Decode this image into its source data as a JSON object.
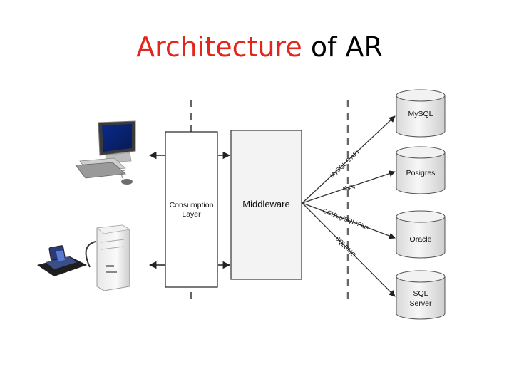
{
  "title": {
    "accent": "Architecture",
    "rest": "of AR",
    "accent_color": "#e3261b"
  },
  "diagram": {
    "consumption_layer": [
      "Consumption",
      "Layer"
    ],
    "middleware": "Middleware",
    "databases": [
      {
        "lines": [
          "MySQL"
        ]
      },
      {
        "lines": [
          "Posigres"
        ]
      },
      {
        "lines": [
          "Oracle"
        ]
      },
      {
        "lines": [
          "SQL",
          "Server"
        ]
      }
    ],
    "connectors": [
      "MySQL C API",
      "libpq",
      "OCI10g/SQL*Plus",
      "SQLDMO"
    ]
  }
}
